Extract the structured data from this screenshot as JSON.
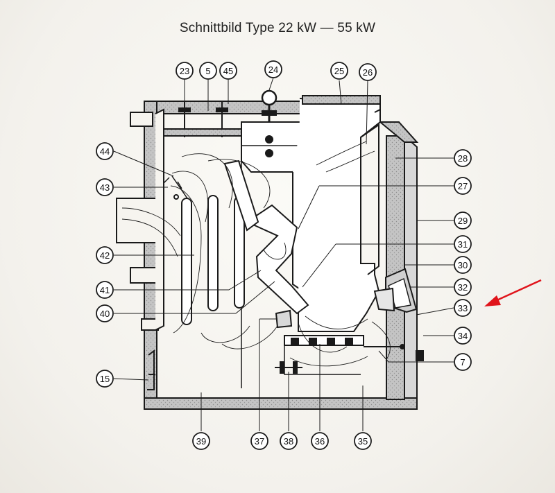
{
  "title": "Schnittbild Type 22 kW — 55 kW",
  "callouts": [
    {
      "id": "c23",
      "label": "23"
    },
    {
      "id": "c5",
      "label": "5"
    },
    {
      "id": "c45",
      "label": "45"
    },
    {
      "id": "c24",
      "label": "24"
    },
    {
      "id": "c25",
      "label": "25"
    },
    {
      "id": "c26",
      "label": "26"
    },
    {
      "id": "c28",
      "label": "28"
    },
    {
      "id": "c27",
      "label": "27"
    },
    {
      "id": "c29",
      "label": "29"
    },
    {
      "id": "c31",
      "label": "31"
    },
    {
      "id": "c30",
      "label": "30"
    },
    {
      "id": "c32",
      "label": "32"
    },
    {
      "id": "c33",
      "label": "33"
    },
    {
      "id": "c34",
      "label": "34"
    },
    {
      "id": "c7",
      "label": "7"
    },
    {
      "id": "c44",
      "label": "44"
    },
    {
      "id": "c43",
      "label": "43"
    },
    {
      "id": "c42",
      "label": "42"
    },
    {
      "id": "c41",
      "label": "41"
    },
    {
      "id": "c40",
      "label": "40"
    },
    {
      "id": "c15",
      "label": "15"
    },
    {
      "id": "c39",
      "label": "39"
    },
    {
      "id": "c37",
      "label": "37"
    },
    {
      "id": "c38",
      "label": "38"
    },
    {
      "id": "c36",
      "label": "36"
    },
    {
      "id": "c35",
      "label": "35"
    }
  ],
  "colors": {
    "ink": "#1a1a1a",
    "wall_fill": "#bcbcbc",
    "paper": "#f6f4ef",
    "arrow": "#e0141b"
  },
  "arrow_target": "33"
}
